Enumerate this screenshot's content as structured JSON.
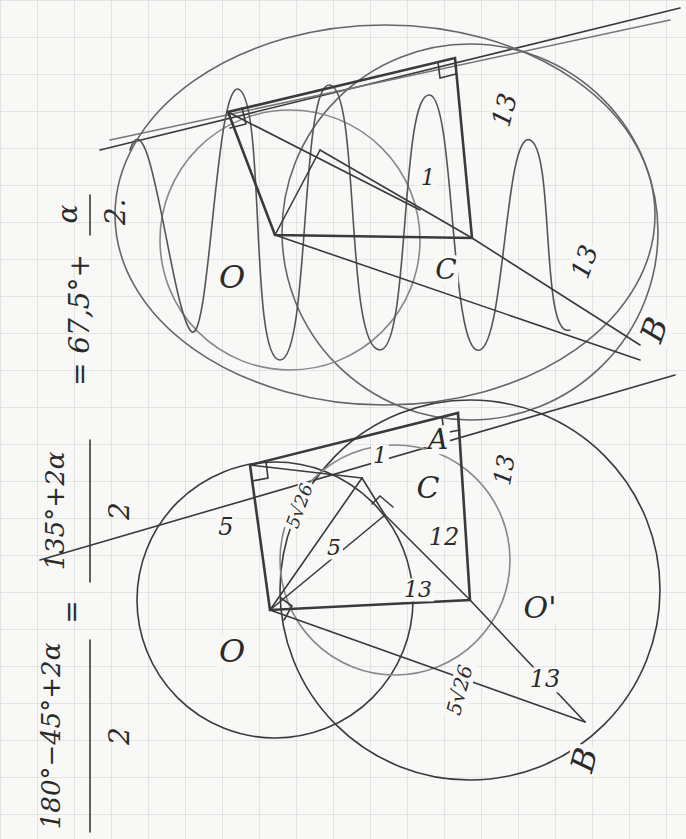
{
  "diagram": {
    "labels": [
      "180°−45°+2α",
      "2",
      "=",
      "135°+2α",
      "2",
      "= 67,5°+",
      "α",
      "2.",
      "13",
      "1",
      "13",
      "O",
      "C",
      "B",
      "A",
      "C",
      "O",
      "O'",
      "B",
      "5",
      "5√26",
      "1",
      "5",
      "12",
      "13",
      "13",
      "13",
      "5√26"
    ]
  }
}
